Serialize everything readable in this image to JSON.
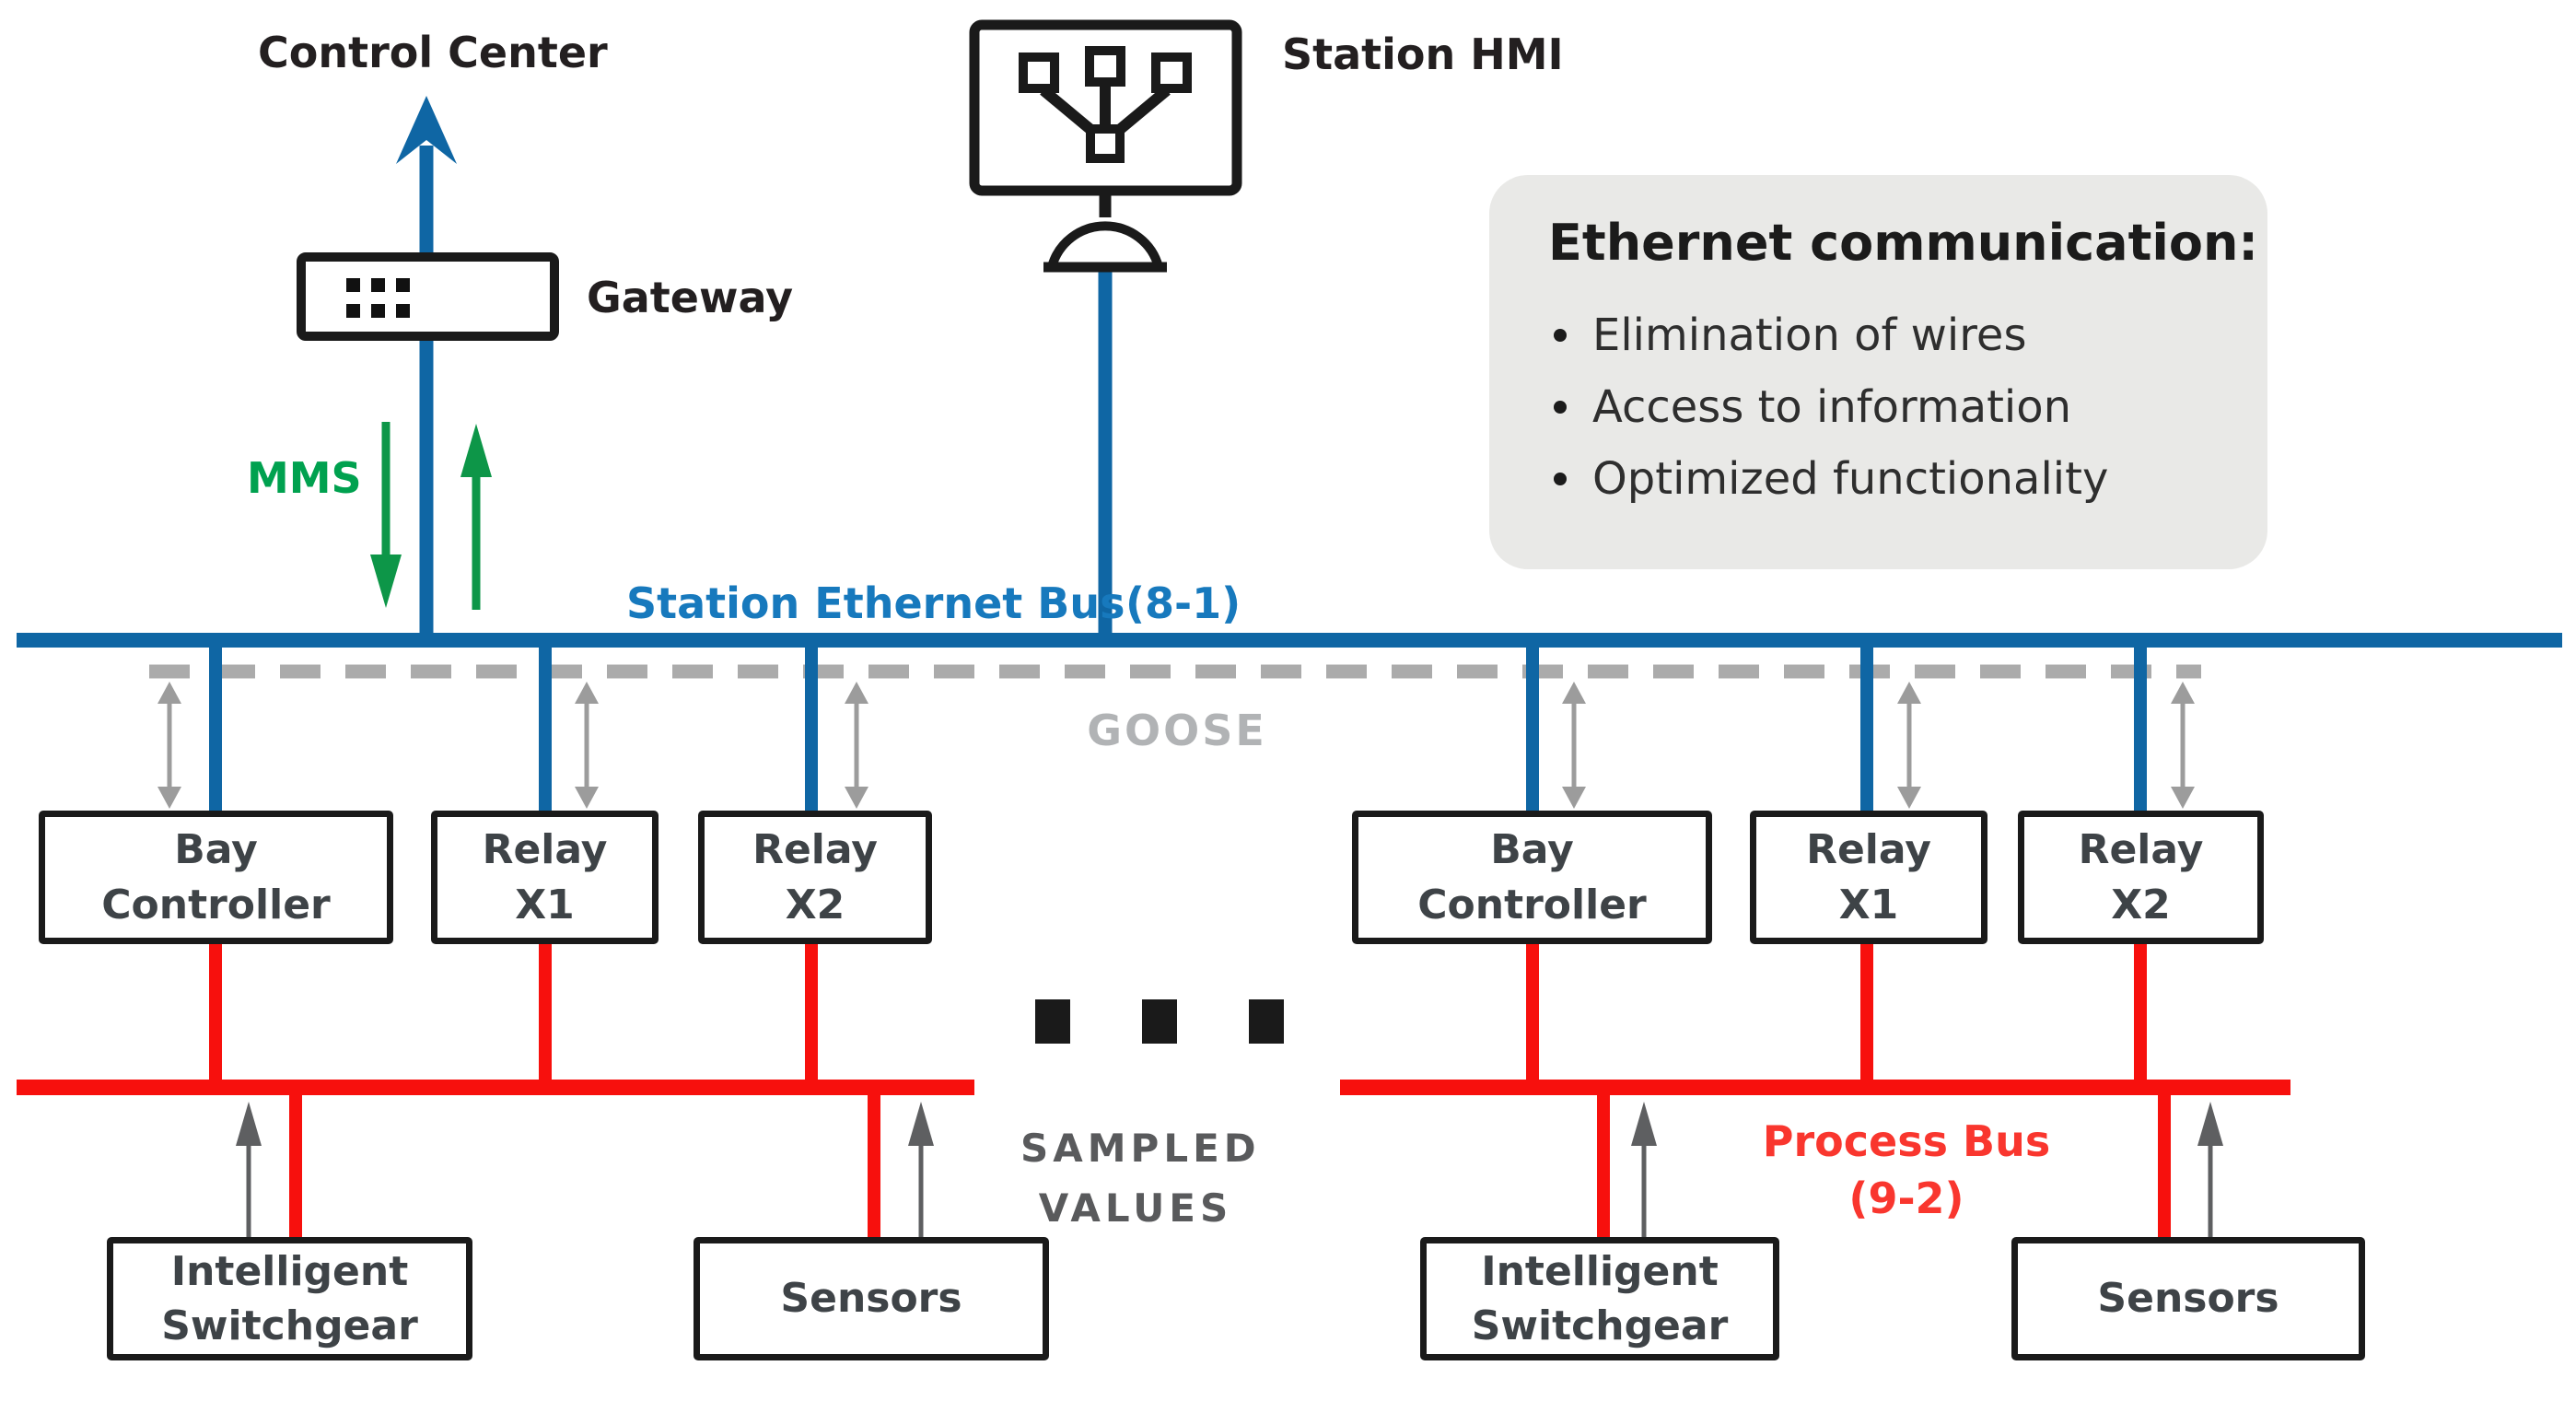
{
  "top": {
    "control_center": "Control Center",
    "gateway": "Gateway",
    "mms": "MMS",
    "station_hmi": "Station HMI"
  },
  "info_box": {
    "title": "Ethernet communication:",
    "bullets": [
      "Elimination of wires",
      "Access to information",
      "Optimized functionality"
    ]
  },
  "station_bus": {
    "label": "Station Ethernet Bus",
    "standard": "(8-1)"
  },
  "goose_label": "GOOSE",
  "upper_boxes": {
    "bay_controller": {
      "line1": "Bay",
      "line2": "Controller"
    },
    "relay_x1": {
      "line1": "Relay",
      "line2": "X1"
    },
    "relay_x2": {
      "line1": "Relay",
      "line2": "X2"
    }
  },
  "sampled_values": {
    "line1": "SAMPLED",
    "line2": "VALUES"
  },
  "process_bus": {
    "label": "Process Bus",
    "standard": "(9-2)"
  },
  "lower_boxes": {
    "intelligent_switchgear": {
      "line1": "Intelligent",
      "line2": "Switchgear"
    },
    "sensors": {
      "line1": "Sensors"
    }
  },
  "colors": {
    "station_bus_blue": "#0F66A4",
    "bus_label_blue": "#1779BD",
    "process_bus_red": "#F7100D",
    "process_label_red": "#F9362E",
    "mms_green": "#00A14F",
    "goose_gray": "#B1B3B5",
    "dashed_line_gray": "#ABABAB",
    "exchange_arrow_gray": "#9C9C9C",
    "sampled_arrow_gray": "#5E5F61",
    "box_border_black": "#1A1A1A",
    "info_panel_gray": "#E9E9E7"
  }
}
